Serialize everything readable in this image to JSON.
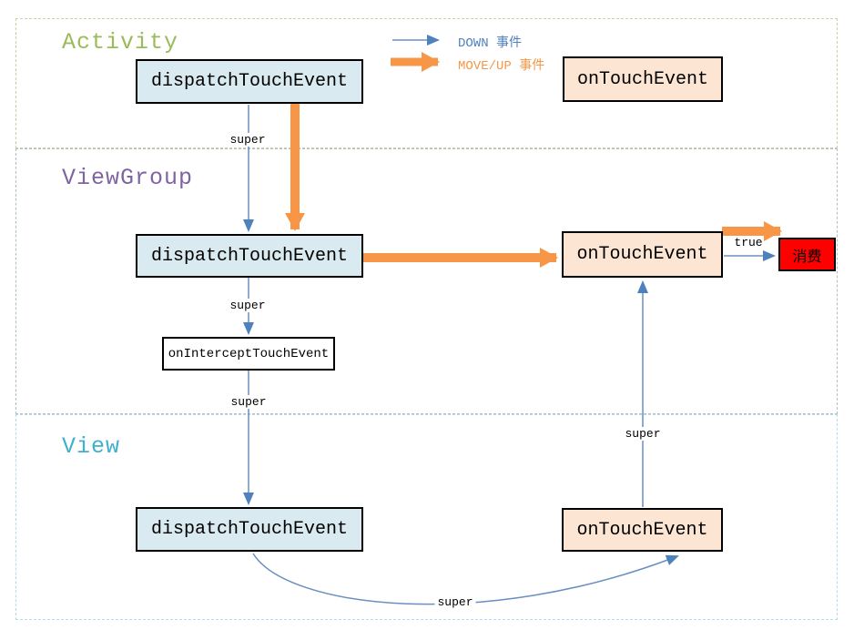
{
  "sections": {
    "activity": {
      "label": "Activity"
    },
    "viewgroup": {
      "label": "ViewGroup"
    },
    "view": {
      "label": "View"
    }
  },
  "legend": {
    "down_label": "DOWN 事件",
    "moveup_label": "MOVE/UP 事件"
  },
  "nodes": {
    "activity_dispatch": {
      "label": "dispatchTouchEvent"
    },
    "activity_ontouch": {
      "label": "onTouchEvent"
    },
    "viewgroup_dispatch": {
      "label": "dispatchTouchEvent"
    },
    "viewgroup_ontouch": {
      "label": "onTouchEvent"
    },
    "viewgroup_intercept": {
      "label": "onInterceptTouchEvent"
    },
    "view_dispatch": {
      "label": "dispatchTouchEvent"
    },
    "view_ontouch": {
      "label": "onTouchEvent"
    },
    "consume": {
      "label": "消费"
    }
  },
  "edge_labels": {
    "super_activity_to_viewgroup": "super",
    "super_viewgroup_to_intercept": "super",
    "super_intercept_to_view": "super",
    "super_view_ontouch_to_viewgroup_ontouch": "super",
    "super_view_dispatch_to_view_ontouch": "super",
    "true_to_consume": "true"
  },
  "colors": {
    "dispatch_box_fill": "#daeaf1",
    "ontouch_box_fill": "#fce6d3",
    "consume_box_fill": "#ff0000",
    "down_arrow": "#4f81bd",
    "down_arrow_line": "#6a8fc0",
    "moveup_arrow": "#f79646",
    "activity_label": "#9bbb59",
    "viewgroup_label": "#8064a2",
    "view_label": "#3fb0d0"
  }
}
